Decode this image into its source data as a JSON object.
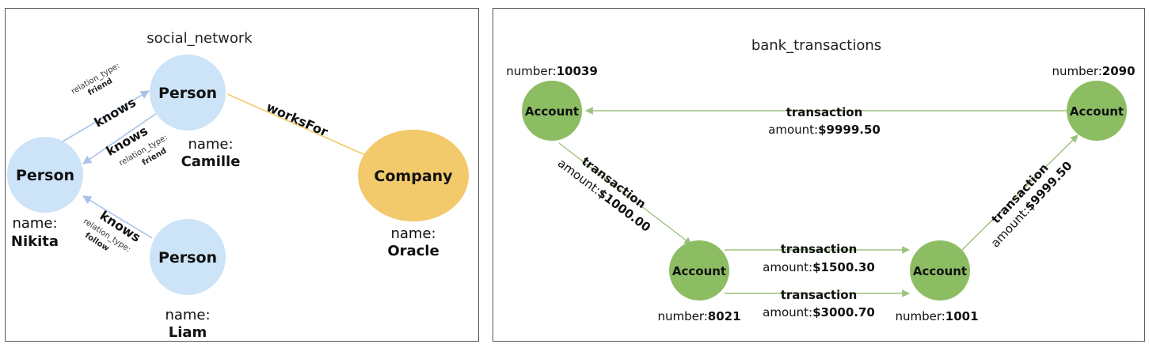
{
  "social_network": {
    "title": "social_network",
    "nodes": {
      "camille": {
        "type": "Person",
        "name_key": "name:",
        "name_value": "Camille"
      },
      "nikita": {
        "type": "Person",
        "name_key": "name:",
        "name_value": "Nikita"
      },
      "liam": {
        "type": "Person",
        "name_key": "name:",
        "name_value": "Liam"
      },
      "oracle": {
        "type": "Company",
        "name_key": "name:",
        "name_value": "Oracle"
      }
    },
    "edges": {
      "nikita_to_camille": {
        "label": "knows",
        "prop_key": "relation_type:",
        "prop_value": "friend"
      },
      "camille_to_nikita": {
        "label": "knows",
        "prop_key": "relation_type:",
        "prop_value": "friend"
      },
      "liam_to_nikita": {
        "label": "knows",
        "prop_key": "relation_type:",
        "prop_value": "follow"
      },
      "camille_to_oracle": {
        "label": "worksFor"
      }
    },
    "colors": {
      "person": "#cce3f8",
      "company": "#f2c96b",
      "knows_edge": "#a9c4e6",
      "works_edge": "#f2c96b"
    }
  },
  "bank_transactions": {
    "title": "bank_transactions",
    "nodes": {
      "a10039": {
        "type": "Account",
        "number_key": "number:",
        "number_value": "10039"
      },
      "a2090": {
        "type": "Account",
        "number_key": "number:",
        "number_value": "2090"
      },
      "a8021": {
        "type": "Account",
        "number_key": "number:",
        "number_value": "8021"
      },
      "a1001": {
        "type": "Account",
        "number_key": "number:",
        "number_value": "1001"
      }
    },
    "edges": {
      "t_2090_10039": {
        "label": "transaction",
        "amount_key": "amount:",
        "amount_value": "$9999.50"
      },
      "t_10039_8021": {
        "label": "transaction",
        "amount_key": "amount:",
        "amount_value": "$1000.00"
      },
      "t_8021_1001_a": {
        "label": "transaction",
        "amount_key": "amount:",
        "amount_value": "$1500.30"
      },
      "t_8021_1001_b": {
        "label": "transaction",
        "amount_key": "amount:",
        "amount_value": "$3000.70"
      },
      "t_1001_2090": {
        "label": "transaction",
        "amount_key": "amount:",
        "amount_value": "$9999.50"
      }
    },
    "colors": {
      "account": "#8cbd63",
      "edge": "#9cc27f"
    }
  }
}
